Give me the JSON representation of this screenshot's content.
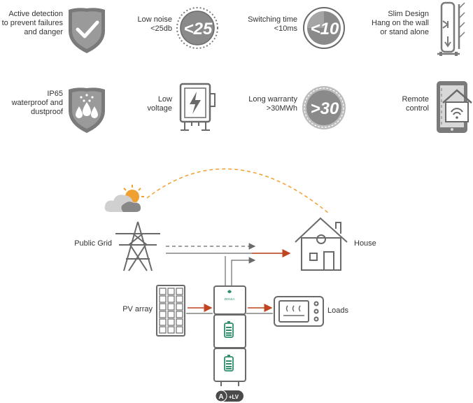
{
  "features": [
    {
      "id": "detection",
      "lines": [
        "Active detection",
        "to prevent failures",
        "and danger"
      ],
      "icon": "shield-check-icon"
    },
    {
      "id": "noise",
      "lines": [
        "Low noise",
        "<25db"
      ],
      "icon": "noise-badge-icon",
      "badge": "<25"
    },
    {
      "id": "switching",
      "lines": [
        "Switching time",
        "<10ms"
      ],
      "icon": "switching-badge-icon",
      "badge": "<10"
    },
    {
      "id": "slim",
      "lines": [
        "Slim Design",
        "Hang on the wall",
        "or stand alone"
      ],
      "icon": "wall-mount-icon"
    },
    {
      "id": "ip65",
      "lines": [
        "IP65",
        "waterproof and",
        "dustproof"
      ],
      "icon": "shield-droplets-icon"
    },
    {
      "id": "voltage",
      "lines": [
        "Low",
        "voltage"
      ],
      "icon": "battery-bolt-icon"
    },
    {
      "id": "warranty",
      "lines": [
        "Long warranty",
        ">30MWh"
      ],
      "icon": "warranty-badge-icon",
      "badge": ">30"
    },
    {
      "id": "remote",
      "lines": [
        "Remote",
        "control"
      ],
      "icon": "phone-home-wifi-icon"
    }
  ],
  "diagram": {
    "public_grid": "Public Grid",
    "house": "House",
    "pv_array": "PV array",
    "loads": "Loads",
    "battery_logo": "ZENSA",
    "model_badge": {
      "letter": "A",
      "suffix": "+LV"
    }
  },
  "colors": {
    "icon_gray": "#7a7a7a",
    "icon_light": "#bdbdbd",
    "line_gray": "#6a6a6a",
    "flow_red": "#c0441f",
    "sun_orange": "#f0a030",
    "battery_green": "#2f8f6a"
  }
}
